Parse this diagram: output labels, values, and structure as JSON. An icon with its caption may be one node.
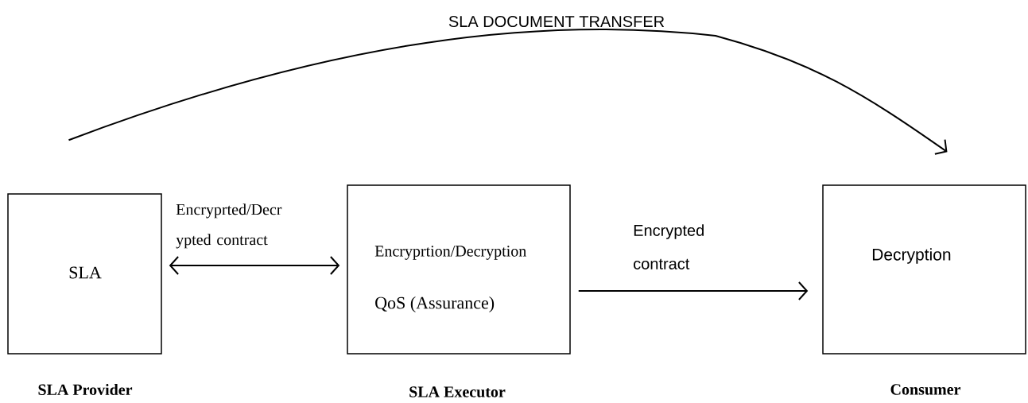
{
  "diagram": {
    "nodes": [
      {
        "text": [
          "SLA"
        ],
        "beside": [
          "SLA Provider"
        ]
      },
      {
        "text": [
          "Encryprtion/Decryption",
          "QoS (Assurance)"
        ],
        "beside": [
          "SLA Executor"
        ]
      },
      {
        "text": [
          "Decryption"
        ],
        "beside": [
          "Consumer"
        ]
      }
    ],
    "edges": [
      {
        "from": 0,
        "to": 1,
        "arrow": "both",
        "label": "Encryprted/Decr ypted contract"
      },
      {
        "from": 1,
        "to": 2,
        "arrow": "to",
        "label": "Encrypted contract"
      },
      {
        "from": 0,
        "to": 2,
        "arrow": "to",
        "label": "SLA DOCUMENT TRANSFER"
      }
    ]
  }
}
